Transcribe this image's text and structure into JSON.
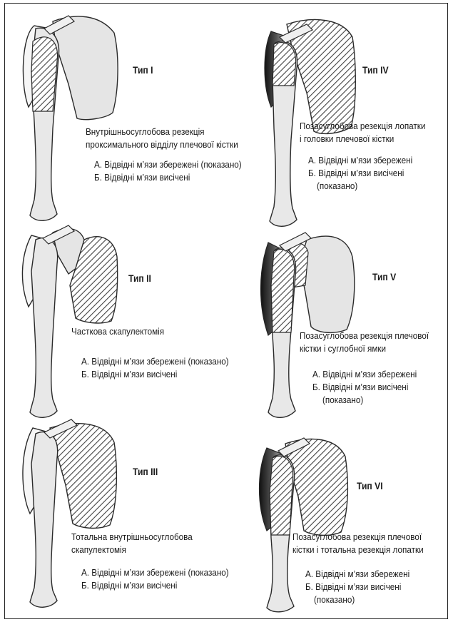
{
  "panels": [
    {
      "title": "Тип I",
      "description": [
        "Внутрішньосуглобова резекція",
        "проксимального відділу плечової кістки"
      ],
      "options": [
        "А. Відвідні м’язи збережені (показано)",
        "Б. Відвідні м’язи висічені"
      ]
    },
    {
      "title": "Тип IV",
      "description": [
        "Позасуглобова резекція лопатки",
        "і головки плечової кістки"
      ],
      "options": [
        "А. Відвідні м’язи збережені",
        "Б. Відвідні м’язи висічені",
        "(показано)"
      ]
    },
    {
      "title": "Тип II",
      "description": [
        "Часткова скапулектомія"
      ],
      "options": [
        "А. Відвідні м’язи збережені (показано)",
        "Б. Відвідні м’язи висічені"
      ]
    },
    {
      "title": "Тип V",
      "description": [
        "Позасуглобова резекція плечової",
        "кістки і суглобної ямки"
      ],
      "options": [
        "А. Відвідні м’язи збережені",
        "Б. Відвідні м’язи висічені",
        "(показано)"
      ]
    },
    {
      "title": "Тип III",
      "description": [
        "Тотальна внутрішньосуглобова",
        "скапулектомія"
      ],
      "options": [
        "А. Відвідні м’язи збережені (показано)",
        "Б. Відвідні м’язи висічені"
      ]
    },
    {
      "title": "Тип VI",
      "description": [
        "Позасуглобова резекція плечової",
        "кістки і тотальна резекція лопатки"
      ],
      "options": [
        "А. Відвідні м’язи збережені",
        "Б. Відвідні м’язи висічені",
        "(показано)"
      ]
    }
  ],
  "colors": {
    "bone_fill": "#e8e8e8",
    "outline": "#2a2a2a",
    "muscle_dark": "#3a3a3a",
    "hatch": "#444444"
  }
}
